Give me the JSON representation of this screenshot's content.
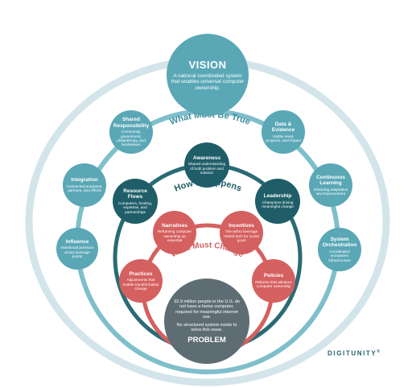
{
  "vision": {
    "title": "VISION",
    "text": "A national coordinated system that enables universal computer ownership."
  },
  "rings": {
    "outer_label": "What Must Be True",
    "middle_label": "How it Happens",
    "inner_label": "What Must Change"
  },
  "outer": {
    "shared_responsibility": {
      "title": "Shared Responsibility",
      "text": "Community, government, philanthropy, and businesses"
    },
    "data_evidence": {
      "title": "Data & Evidence",
      "text": "Visible need, progress, and impact"
    },
    "integration": {
      "title": "Integration",
      "text": "Connected programs, partners, and efforts"
    },
    "continuous_learning": {
      "title": "Continuous Learning",
      "text": "Informing adaptation and improvement"
    },
    "influence": {
      "title": "Influence",
      "text": "Intentional pressure at key leverage points"
    },
    "system_orchestration": {
      "title": "System Orchestration",
      "text": "Coordinated ecosystem infrastructure"
    }
  },
  "middle": {
    "awareness": {
      "title": "Awareness",
      "text": "Shared understanding of both problem and solution"
    },
    "resource_flows": {
      "title": "Resource Flows",
      "text": "Computers, funding, expertise, and partnerships"
    },
    "leadership": {
      "title": "Leadership",
      "text": "Champions driving meaningful change"
    }
  },
  "inner": {
    "narratives": {
      "title": "Narratives",
      "text": "Reframing computer ownership as essential"
    },
    "incentives": {
      "title": "Incentives",
      "text": "The will to leverage retired tech for social good"
    },
    "practices": {
      "title": "Practices",
      "text": "Adjustments that enable transformative change"
    },
    "policies": {
      "title": "Policies",
      "text": "Reforms that advance computer ownership"
    }
  },
  "problem": {
    "title": "PROBLEM",
    "text1": "32.9 million people in the U.S. do not have a home computer, required for meaningful internet use.",
    "text2": "No structured system exists to solve this issue."
  },
  "logo": {
    "main": "DIGITUNITY",
    "mark": "®"
  },
  "colors": {
    "light_ring": "#cfe2e8",
    "teal": "#5aa7b6",
    "dark_teal": "#1f5e68",
    "red": "#d4605f",
    "problem_gray": "#5e6d73"
  }
}
